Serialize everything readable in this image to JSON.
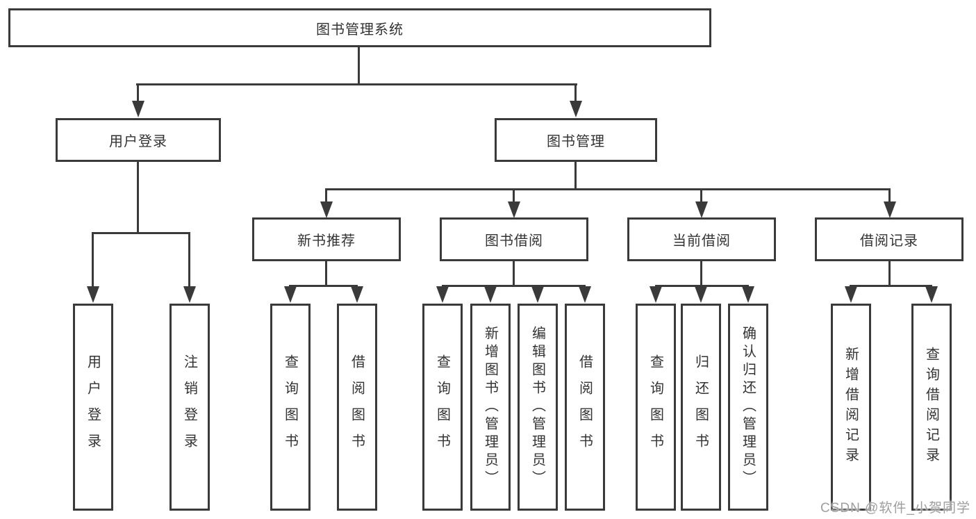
{
  "watermark": "CSDN @软件_小贺同学",
  "colors": {
    "line": "#3a3a3a",
    "text": "#333333",
    "background": "#ffffff",
    "watermark": "#9e9e9e"
  },
  "nodes": {
    "root": {
      "label": "图书管理系统"
    },
    "user_login": {
      "label": "用户登录"
    },
    "book_mgmt": {
      "label": "图书管理"
    },
    "new_book_rec": {
      "label": "新书推荐"
    },
    "book_borrow": {
      "label": "图书借阅"
    },
    "current_borrow": {
      "label": "当前借阅"
    },
    "borrow_record": {
      "label": "借阅记录"
    },
    "login": {
      "label": "用户登录"
    },
    "logout": {
      "label": "注销登录"
    },
    "nb_query_book": {
      "label": "查询图书"
    },
    "nb_borrow_book": {
      "label": "借阅图书"
    },
    "bb_query_book": {
      "label": "查询图书"
    },
    "bb_add_book": {
      "label": "新增图书（管理员）"
    },
    "bb_edit_book": {
      "label": "编辑图书（管理员）"
    },
    "bb_borrow_book": {
      "label": "借阅图书"
    },
    "cb_query_book": {
      "label": "查询图书"
    },
    "cb_return_book": {
      "label": "归还图书"
    },
    "cb_confirm_return": {
      "label": "确认归还（管理员）"
    },
    "br_add_record": {
      "label": "新增借阅记录"
    },
    "br_query_record": {
      "label": "查询借阅记录"
    }
  }
}
